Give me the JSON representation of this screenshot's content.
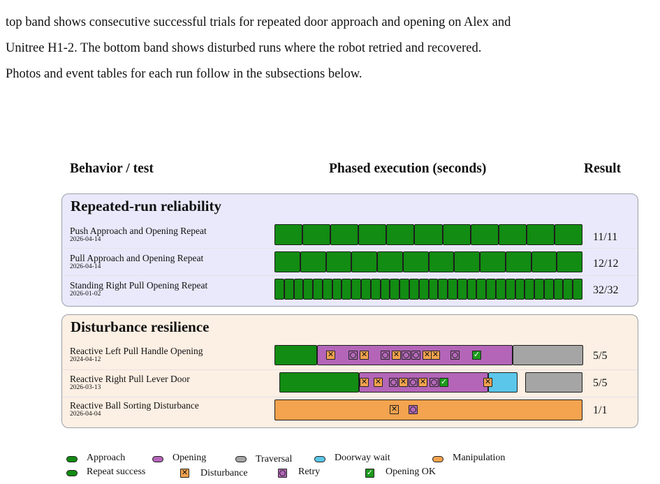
{
  "caption": {
    "line1": "top band shows consecutive successful trials for repeated door approach and opening on Alex and",
    "line2": "Unitree H1-2. The bottom band shows disturbed runs where the robot retried and recovered.",
    "line3": "Photos and event tables for each run follow in the subsections below."
  },
  "headers": {
    "behavior": "Behavior / test",
    "phased": "Phased execution (seconds)",
    "result": "Result"
  },
  "colors": {
    "approach": "#128c12",
    "opening": "#b465b8",
    "traversal": "#a5a5a5",
    "doorway_wait": "#5bc6ea",
    "manipulation": "#f4a34e",
    "repeat_success": "#128c12",
    "band_reliability": "#e9e9fb",
    "band_disturbance": "#fcefe3"
  },
  "bands": {
    "reliability": {
      "title": "Repeated-run reliability",
      "rows": [
        {
          "name": "Push Approach and Opening Repeat",
          "date": "2026-04-14",
          "result": "11/11",
          "success_count": 11
        },
        {
          "name": "Pull Approach and Opening Repeat",
          "date": "2026-04-14",
          "result": "12/12",
          "success_count": 12
        },
        {
          "name": "Standing Right Pull Opening Repeat",
          "date": "2026-01-02",
          "result": "32/32",
          "success_count": 32
        }
      ]
    },
    "disturbance": {
      "title": "Disturbance resilience",
      "rows": [
        {
          "name": "Reactive Left Pull Handle Opening",
          "date": "2024-04-12",
          "result": "5/5"
        },
        {
          "name": "Reactive Right Pull Lever Door",
          "date": "2026-03-13",
          "result": "5/5"
        },
        {
          "name": "Reactive Ball Sorting Disturbance",
          "date": "2026-04-04",
          "result": "1/1"
        }
      ]
    }
  },
  "legend": {
    "approach": "Approach",
    "opening": "Opening",
    "traversal": "Traversal",
    "doorway_wait": "Doorway wait",
    "manipulation": "Manipulation",
    "repeat_success": "Repeat success",
    "disturbance": "Disturbance",
    "retry": "Retry",
    "opening_ok": "Opening OK"
  },
  "icons": {
    "disturbance": "x-box-icon",
    "retry": "retry-circle-icon",
    "opening_ok": "checkmark-icon"
  }
}
